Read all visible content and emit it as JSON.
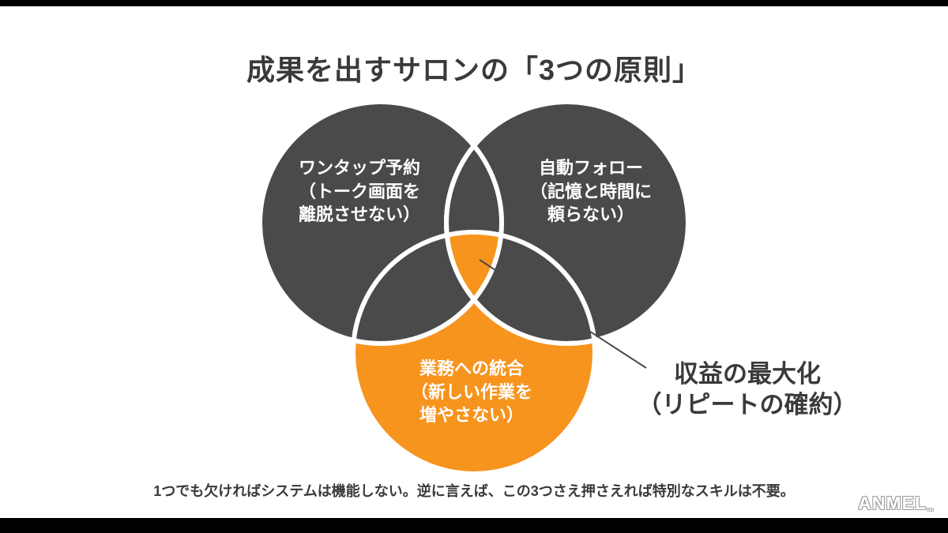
{
  "slide": {
    "title": "成果を出すサロンの「3つの原則」",
    "venn": {
      "circle_top_left": {
        "label": "ワンタップ予約\n（トーク画面を\n離脱させない）"
      },
      "circle_top_right": {
        "label": "自動フォロー\n（記憶と時間に\n頼らない）"
      },
      "circle_bottom": {
        "label": "業務への統合\n（新しい作業を\n増やさない）"
      },
      "center_annotation": "収益の最大化\n（リピートの確約）"
    },
    "footer_note": "1つでも欠ければシステムは機能しない。逆に言えば、この3つさえ押さえれば特別なスキルは不要。",
    "logo": {
      "text": "ANMEL",
      "mark": "™"
    }
  },
  "colors": {
    "gray": "#4a4a4a",
    "orange": "#f7941e",
    "line": "#4a4a4a",
    "text": "#3a3a3a",
    "white": "#ffffff"
  }
}
